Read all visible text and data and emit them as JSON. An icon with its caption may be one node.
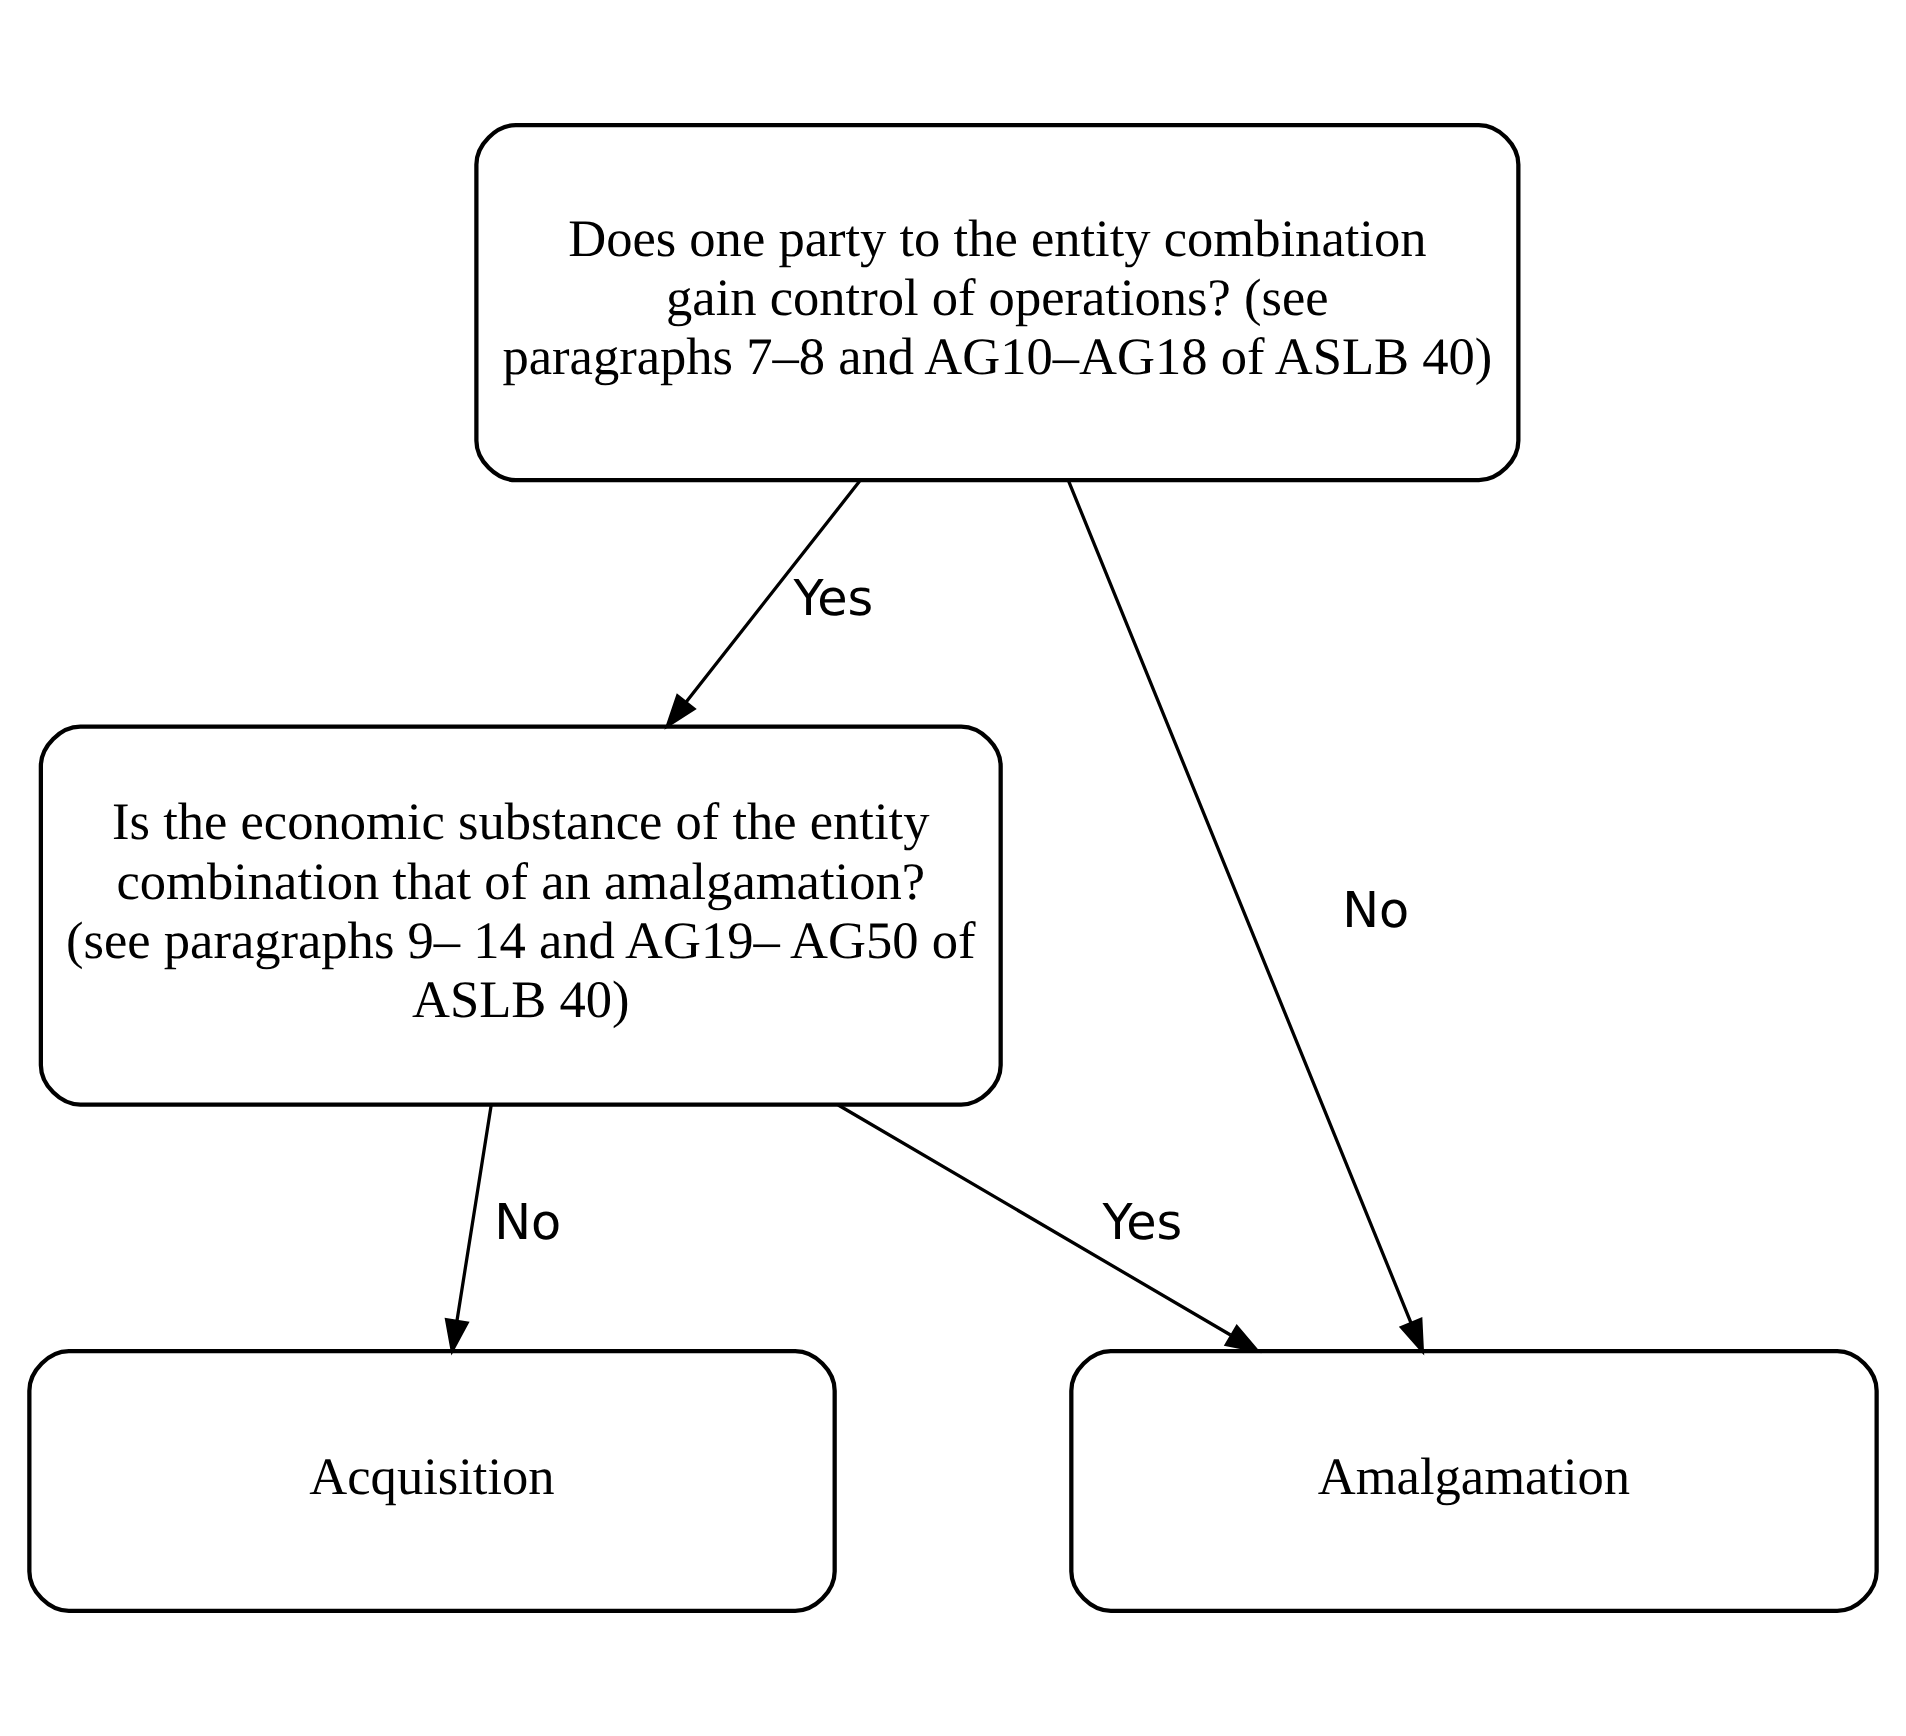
{
  "diagram": {
    "nodes": [
      {
        "text": [
          "Does one party to the entity combination gain control of operations? (see paragraphs 7–8 and AG10–AG18 of ASLB 40)"
        ]
      },
      {
        "text": [
          "Is the economic substance of the entity combination that of an amalgamation? (see paragraphs 9– 14 and AG19– AG50 of ASLB 40)"
        ]
      },
      {
        "text": [
          "Amalgamation"
        ]
      },
      {
        "text": [
          "Acquisition"
        ]
      }
    ],
    "edges": [
      {
        "from": 0,
        "to": 2,
        "arrow": "to",
        "label": "No"
      },
      {
        "from": 0,
        "to": 1,
        "arrow": "to",
        "label": "Yes"
      },
      {
        "from": 1,
        "to": 2,
        "arrow": "to",
        "label": "Yes"
      },
      {
        "from": 1,
        "to": 3,
        "arrow": "to",
        "label": "No"
      }
    ]
  }
}
